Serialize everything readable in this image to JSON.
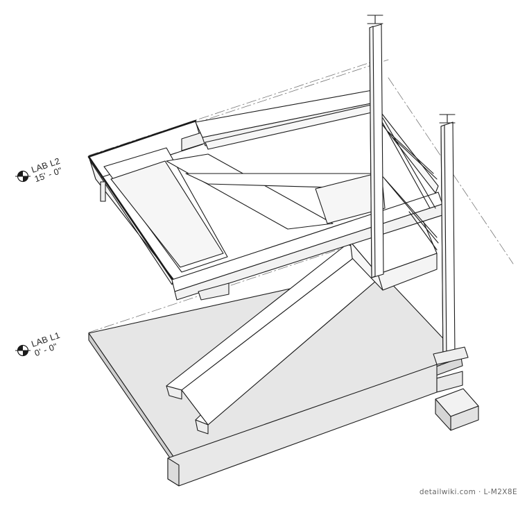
{
  "levels": [
    {
      "name": "LAB L2",
      "elevation": "15' - 0\""
    },
    {
      "name": "LAB L1",
      "elevation": "0' - 0\""
    }
  ],
  "watermark": {
    "site": "detailwiki.com",
    "code": "L-M2X8E"
  },
  "colors": {
    "line": "#1a1a1a",
    "slab": "#e6e6e6",
    "steel": "#ffffff",
    "dash": "#777777"
  }
}
